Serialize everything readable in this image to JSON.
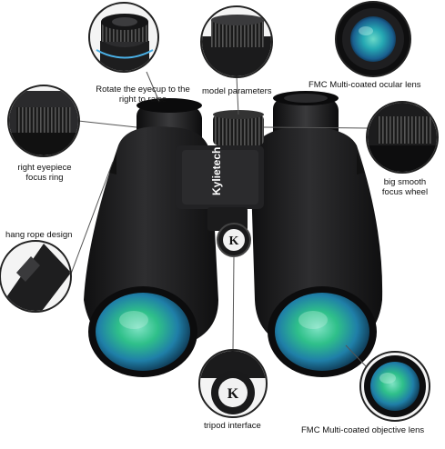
{
  "labels": {
    "eyecup": "Rotate the eyecup to the\nright to raise",
    "model_parameters": "model parameters",
    "ocular_lens": "FMC Multi-coated ocular lens",
    "right_eyepiece": "right eyepiece\nfocus ring",
    "focus_wheel": "big smooth\nfocus wheel",
    "hang_rope": "hang rope design",
    "tripod": "tripod interface",
    "objective_lens": "FMC Multi-coated objective lens"
  },
  "brand": {
    "name": "Kylietech",
    "logo_letter": "K"
  },
  "colors": {
    "body": "#1c1c1e",
    "body_highlight": "#3a3a3c",
    "lens_green": "#2fc08a",
    "lens_blue": "#1f6fa8",
    "callout_stroke": "#555555"
  }
}
